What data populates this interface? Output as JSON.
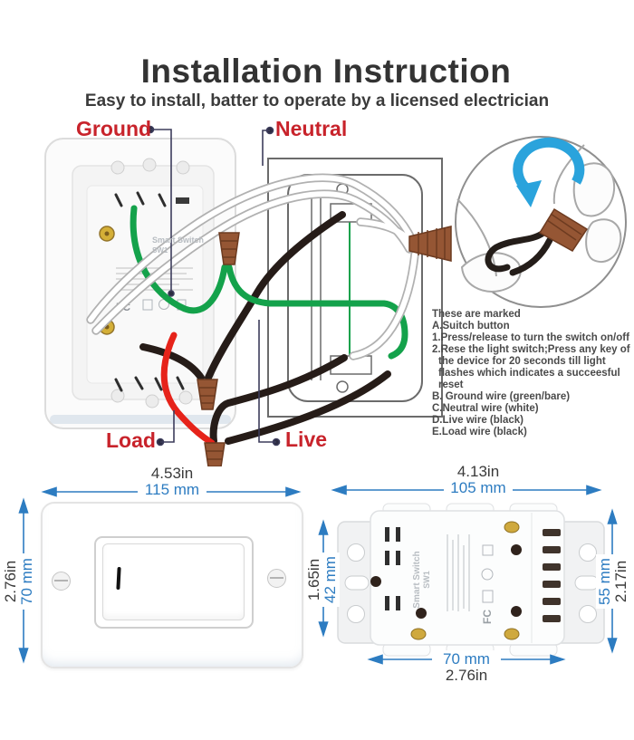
{
  "header": {
    "title": "Installation Instruction",
    "subtitle": "Easy to install, batter to operate by a licensed electrician"
  },
  "wiring_labels": {
    "ground": "Ground",
    "neutral": "Neutral",
    "load": "Load",
    "live": "Live"
  },
  "device": {
    "name_line1": "Smart Switch",
    "name_line2": "SW1",
    "cert": "FC"
  },
  "notes": {
    "lines": [
      "These are marked",
      "A.Suitch button",
      "1.Press/release to turn the switch on/off",
      "2.Rese the light switch;Press any key of",
      "the device for 20 seconds till light",
      "flashes which indicates a succeesful reset",
      "B. Ground wire (green/bare)",
      "C.Neutral wire (white)",
      "D.Live wire (black)",
      "E.Load wire (black)"
    ]
  },
  "dimensions": {
    "wall_plate": {
      "width_in": "4.53in",
      "width_mm": "115 mm",
      "height_in": "2.76in",
      "height_mm": "70 mm"
    },
    "switch_unit": {
      "width_in": "4.13in",
      "width_mm": "105 mm",
      "height_left_in": "1.65in",
      "height_left_mm": "42 mm",
      "height_right_mm": "55 mm",
      "height_right_in": "2.17in",
      "body_width_mm": "70 mm",
      "body_width_in": "2.76in"
    }
  },
  "colors": {
    "label_red": "#c8232b",
    "dim_blue": "#2d7cc1",
    "dim_dark": "#3a3a3a",
    "arrow_blue": "#2aa3dc",
    "wire_green": "#14a24b",
    "wire_red": "#e6231a",
    "wire_black": "#261c18",
    "wire_white": "#ffffff",
    "nut_brown": "#955634"
  }
}
